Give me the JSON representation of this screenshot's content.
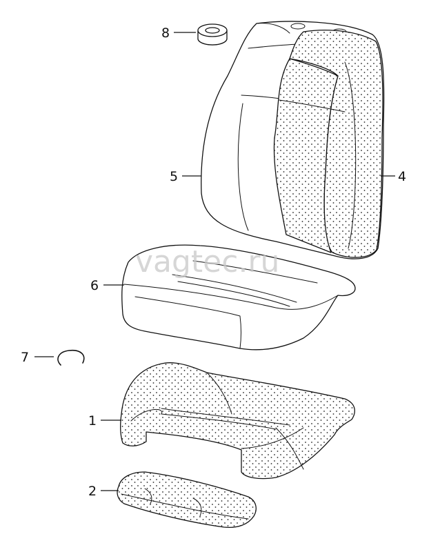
{
  "watermark": "vagtec.ru",
  "callouts": [
    {
      "id": "1",
      "label": "1"
    },
    {
      "id": "2",
      "label": "2"
    },
    {
      "id": "4",
      "label": "4"
    },
    {
      "id": "5",
      "label": "5"
    },
    {
      "id": "6",
      "label": "6"
    },
    {
      "id": "7",
      "label": "7"
    },
    {
      "id": "8",
      "label": "8"
    }
  ]
}
